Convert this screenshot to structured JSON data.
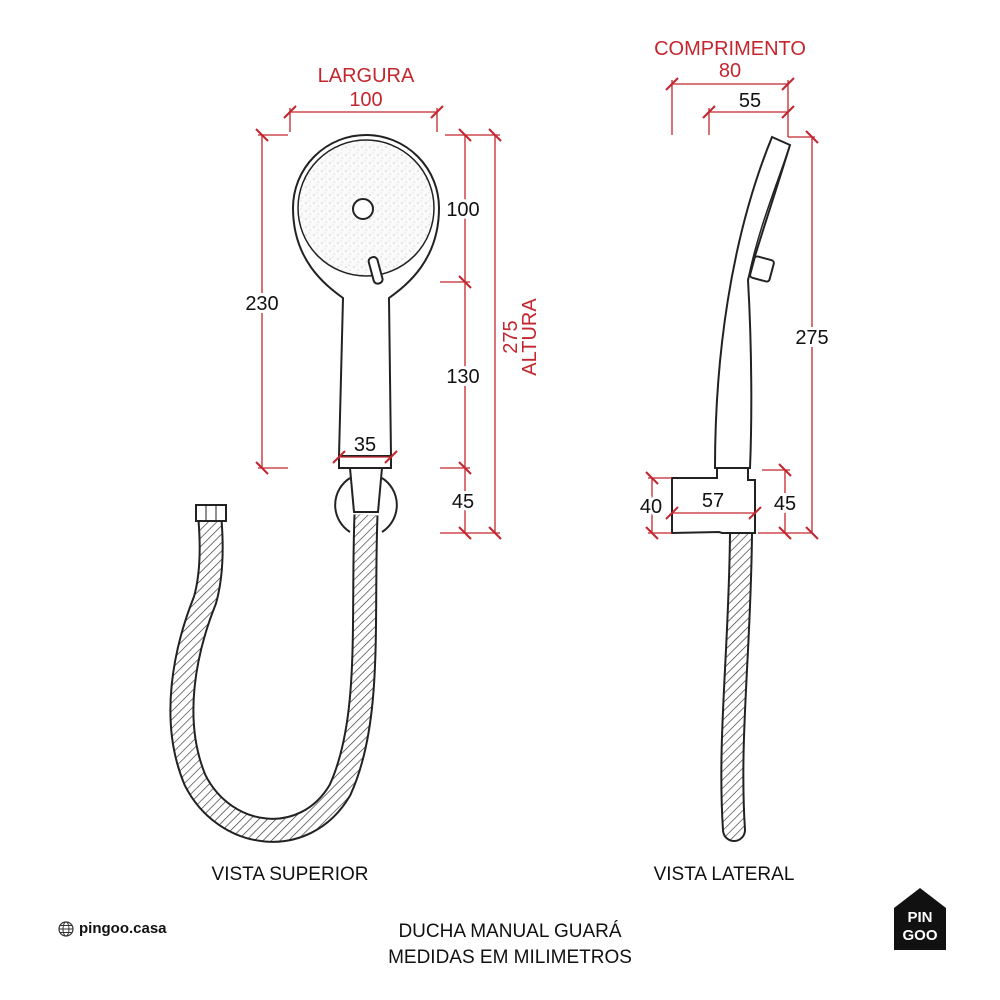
{
  "top_view": {
    "width_label": "LARGURA",
    "width_value": "100",
    "overall_left": "230",
    "head_height": "100",
    "handle_height": "130",
    "holder_height": "45",
    "overall_value": "275",
    "overall_label": "ALTURA",
    "neck_width": "35",
    "caption": "VISTA SUPERIOR"
  },
  "side_view": {
    "length_label": "COMPRIMENTO",
    "length_value": "80",
    "inner_length": "55",
    "height_value": "275",
    "holder_height_left": "40",
    "holder_depth": "57",
    "holder_height_right": "45",
    "caption": "VISTA LATERAL"
  },
  "footer": {
    "brand_url": "pingoo.casa",
    "title": "DUCHA MANUAL GUARÁ",
    "subtitle": "MEDIDAS EM MILIMETROS",
    "logo_text": "PIN GOO"
  },
  "colors": {
    "dimension": "#c4262e",
    "outline": "#222222"
  }
}
